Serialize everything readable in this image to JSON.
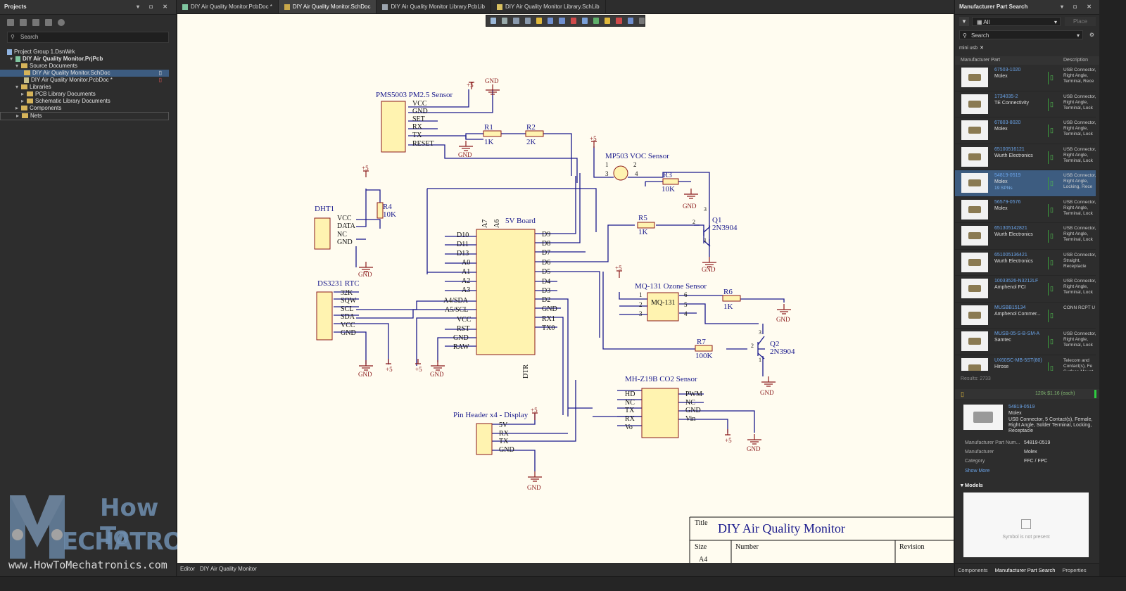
{
  "projects": {
    "title": "Projects",
    "search_placeholder": "Search",
    "tree": [
      {
        "label": "Project Group 1.DsnWrk",
        "indent": 0
      },
      {
        "label": "DIY Air Quality Monitor.PrjPcb",
        "indent": 1
      },
      {
        "label": "Source Documents",
        "indent": 2
      },
      {
        "label": "DIY Air Quality Monitor.SchDoc",
        "indent": 3
      },
      {
        "label": "DIY Air Quality Monitor.PcbDoc *",
        "indent": 3
      },
      {
        "label": "Libraries",
        "indent": 2
      },
      {
        "label": "PCB Library Documents",
        "indent": 3
      },
      {
        "label": "Schematic Library Documents",
        "indent": 3
      },
      {
        "label": "Components",
        "indent": 2
      },
      {
        "label": "Nets",
        "indent": 2
      }
    ]
  },
  "tabs": [
    "DIY Air Quality Monitor.PcbDoc *",
    "DIY Air Quality Monitor.SchDoc",
    "DIY Air Quality Monitor Library.PcbLib",
    "DIY Air Quality Monitor Library.SchLib"
  ],
  "schematic": {
    "pms": {
      "title": "PMS5003 PM2.5 Sensor",
      "pins": [
        "VCC",
        "GND",
        "SET",
        "RX",
        "TX",
        "RESET"
      ]
    },
    "r1": {
      "ref": "R1",
      "val": "1K"
    },
    "r2": {
      "ref": "R2",
      "val": "2K"
    },
    "mp503": {
      "title": "MP503 VOC Sensor",
      "p1": "1",
      "p2": "2",
      "p3": "3",
      "p4": "4"
    },
    "r3": {
      "ref": "R3",
      "val": "10K"
    },
    "r4": {
      "ref": "R4",
      "val": "10K"
    },
    "r5": {
      "ref": "R5",
      "val": "1K"
    },
    "q1": {
      "ref": "Q1",
      "val": "2N3904"
    },
    "dht": {
      "title": "DHT1",
      "pins": [
        "VCC",
        "DATA",
        "NC",
        "GND"
      ]
    },
    "board": {
      "title": "5V Board",
      "left": [
        "D10",
        "D11",
        "D13",
        "A0",
        "A1",
        "A2",
        "A3",
        "A4/SDA",
        "A5/SCL",
        "VCC",
        "RST",
        "GND",
        "RAW"
      ],
      "right": [
        "D9",
        "D8",
        "D7",
        "D6",
        "D5",
        "D4",
        "D3",
        "D2",
        "GND",
        "RX1",
        "TX0"
      ],
      "top": [
        "A7",
        "A6"
      ],
      "bottom": "DTR"
    },
    "rtc": {
      "title": "DS3231 RTC",
      "pins": [
        "32K",
        "SQW",
        "SCL",
        "SDA",
        "VCC",
        "GND"
      ]
    },
    "mq131": {
      "title": "MQ-131 Ozone Sensor",
      "body": "MQ-131",
      "pl": [
        "1",
        "2",
        "3"
      ],
      "pr": [
        "6",
        "5",
        "4"
      ]
    },
    "r6": {
      "ref": "R6",
      "val": "1K"
    },
    "r7": {
      "ref": "R7",
      "val": "100K"
    },
    "q2": {
      "ref": "Q2",
      "val": "2N3904"
    },
    "mhz": {
      "title": "MH-Z19B CO2 Sensor",
      "left": [
        "HD",
        "NC",
        "TX",
        "RX",
        "Vo"
      ],
      "right": [
        "PWM",
        "NC",
        "GND",
        "Vin"
      ]
    },
    "header": {
      "title": "Pin Header x4 - Display",
      "pins": [
        "5V",
        "RX",
        "TX",
        "GND"
      ]
    },
    "gnd": "GND",
    "plus5": "+5",
    "pin_nums": {
      "q_b": "2",
      "q_c": "3",
      "q_e": "1"
    },
    "titleblock": {
      "title_label": "Title",
      "title": "DIY Air Quality Monitor",
      "size_label": "Size",
      "number_label": "Number",
      "revision_label": "Revision",
      "size": "A4"
    }
  },
  "watermark": {
    "line1": "How To",
    "line2": "ECHATRONICS",
    "url": "www.HowToMechatronics.com"
  },
  "sheet_tab": "Editor",
  "sheet_tab2": "DIY Air Quality Monitor",
  "mps": {
    "title": "Manufacturer Part Search",
    "filter": "All",
    "place": "Place",
    "search_placeholder": "Search",
    "chip": "mini usb",
    "col_part": "Manufacturer Part",
    "col_desc": "Description",
    "parts": [
      {
        "num": "67503-1020",
        "man": "Molex",
        "desc": "USB Connector, Right Angle, Terminal, Rece"
      },
      {
        "num": "1734035-2",
        "man": "TE Connectivity",
        "desc": "USB Connector, Right Angle, Terminal, Lock"
      },
      {
        "num": "67803-8020",
        "man": "Molex",
        "desc": "USB Connector, Right Angle, Terminal, Lock"
      },
      {
        "num": "65100516121",
        "man": "Wurth Electronics",
        "desc": "USB Connector, Right Angle, Terminal, Lock"
      },
      {
        "num": "54819-0519",
        "man": "Molex",
        "stock": "19 SPNs",
        "desc": "USB Connector, Right Angle, Locking, Rece"
      },
      {
        "num": "56579-0576",
        "man": "Molex",
        "desc": "USB Connector, Right Angle, Terminal, Lock"
      },
      {
        "num": "651305142821",
        "man": "Wurth Electronics",
        "desc": "USB Connector, Right Angle, Terminal, Lock"
      },
      {
        "num": "651005136421",
        "man": "Wurth Electronics",
        "desc": "USB Connector, Straight, Receptacle"
      },
      {
        "num": "10033526-N3212LF",
        "man": "Amphenol FCI",
        "desc": "USB Connector, Right Angle, Terminal, Lock"
      },
      {
        "num": "MUSBB15134",
        "man": "Amphenol Commer...",
        "desc": "CONN RCPT U"
      },
      {
        "num": "MUSB-05-S-B-SM-A",
        "man": "Samtec",
        "desc": "USB Connector, Right Angle, Terminal, Lock"
      },
      {
        "num": "UX60SC-MB-5ST(80)",
        "man": "Hirose",
        "desc": "Telecom and Contact(s), Fe Surface Mount"
      }
    ],
    "results": "Results: 2733",
    "price": "120k  $1.16 (each)",
    "detail": {
      "num": "54819-0519",
      "man": "Molex",
      "desc": "USB Connector, 5 Contact(s), Female, Right Angle, Solder Terminal, Locking, Receptacle",
      "mpn_label": "Manufacturer Part Num...",
      "mpn": "54819-0519",
      "man_label": "Manufacturer",
      "man_val": "Molex",
      "cat_label": "Category",
      "cat_val": "FFC / FPC",
      "show_more": "Show More",
      "models": "Models",
      "symbol": "Symbol is not present"
    },
    "bottom_tabs": [
      "Components",
      "Manufacturer Part Search",
      "Properties"
    ]
  }
}
